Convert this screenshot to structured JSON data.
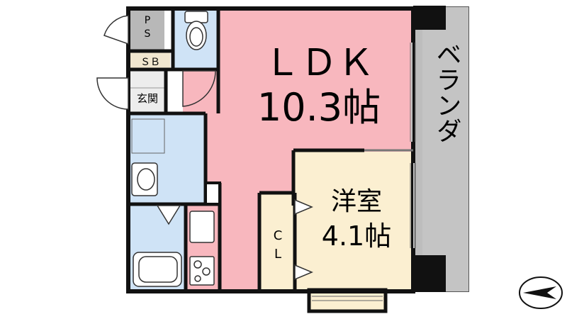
{
  "rooms": {
    "ldk": {
      "name": "ＬＤＫ",
      "size": "10.3帖"
    },
    "western": {
      "name": "洋室",
      "size": "4.1帖"
    },
    "closet": {
      "line1": "C",
      "line2": "L"
    },
    "balcony": {
      "label": "ベランダ"
    },
    "ps": {
      "line1": "P",
      "line2": "S"
    },
    "sb": {
      "label": "ＳＢ"
    },
    "entrance": {
      "label": "玄関"
    }
  },
  "colors": {
    "ldk": "#F8B7BE",
    "western": "#FBEFD1",
    "wet": "#CFE3F6",
    "wall": "#111111",
    "balcony": "#BDBDBD",
    "ps": "#B8B8B8"
  },
  "icons": [
    "compass-icon",
    "toilet-icon",
    "washbasin-icon",
    "bathtub-icon",
    "sink-icon",
    "stove-icon",
    "door-swing-icon"
  ]
}
